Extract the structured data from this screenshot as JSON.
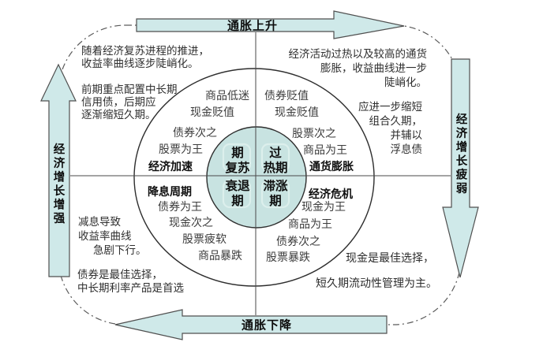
{
  "colors": {
    "arrow_fill": "#cfe9e9",
    "inner_fill": "#c8e3e1",
    "tile_stroke": "#dcefec"
  },
  "arrows": {
    "top": "通胀上升",
    "bottom": "通胀下降",
    "left": "经济增长增强",
    "right": "经济增长疲弱"
  },
  "phases": {
    "recovery": {
      "name_line1": "期",
      "name_line2": "复苏",
      "stage": "经济加速",
      "assets": [
        "商品低迷",
        "现金贬值",
        "债券次之",
        "股票为王"
      ]
    },
    "overheat": {
      "name_line1": "过",
      "name_line2": "热期",
      "stage": "通货膨胀",
      "assets": [
        "债券贬值",
        "现金贬值",
        "股票次之",
        "商品为王"
      ]
    },
    "recession": {
      "name_line1": "衰退",
      "name_line2": "期",
      "stage": "降息周期",
      "assets": [
        "债券为王",
        "现金次之",
        "股票疲软",
        "商品暴跌"
      ]
    },
    "stagflation": {
      "name_line1": "滞涨",
      "name_line2": "期",
      "stage": "经济危机",
      "assets": [
        "现金为王",
        "商品为王",
        "债券次之",
        "股票暴跌"
      ]
    }
  },
  "notes": {
    "recovery_yield": [
      "随着经济复苏进程的推进，",
      "收益率曲线逐步陡峭化。"
    ],
    "recovery_advice": [
      "前期重点配置中长期",
      "信用债，后期应",
      "逐渐缩短久期。"
    ],
    "overheat_yield": [
      "经济活动过热以及较高的通货",
      "膨胀，收益曲线进一步",
      "陡峭化。"
    ],
    "overheat_advice": [
      "应进一步缩短",
      "组合久期，",
      "并辅以",
      "浮息债"
    ],
    "recession_yield": [
      "减息导致",
      "收益率曲线",
      "急剧下行。"
    ],
    "recession_advice": [
      "债券是最佳选择，",
      "中长期利率产品是首选"
    ],
    "stagflation_advice_1": "现金是最佳选择，",
    "stagflation_advice_2": "短久期流动性管理为主。"
  }
}
